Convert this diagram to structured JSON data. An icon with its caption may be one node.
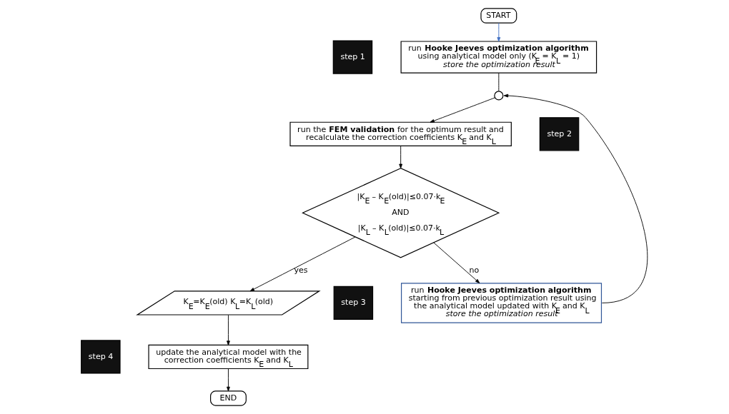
{
  "diagram": {
    "nodes": [
      {
        "text": [
          "START"
        ]
      },
      {
        "text": [
          "step 1"
        ]
      },
      {
        "text": [
          "run **Hooke Jeeves optimization algorithm**",
          "using analytical model only (K$_{E}$ = K$_{L}$ = 1)",
          "*store the optimization result*"
        ]
      },
      {
        "text": [],
        "shape": "circle"
      },
      {
        "text": [
          "step 2"
        ]
      },
      {
        "text": [
          "run the **FEM validation** for the optimum result and recalculate the correction coefficients K$_{E}$ and K$_{L}$"
        ]
      },
      {
        "text": [
          "|K$_{E}$ – K$_{E}$(old)|≤0.07·k$_{E}$ AND |K$_{L}$ – K$_{L}$(old)|≤0.07·k$_{L}$"
        ]
      },
      {
        "text": [
          "K$_{E}$=K$_{E}$(old) K$_{L}$=K$_{L}$(old)"
        ]
      },
      {
        "text": [
          "step 3"
        ]
      },
      {
        "text": [
          "run **Hooke Jeeves optimization algorithm**",
          "starting from previous optimization result using the analytical model updated with K$_{E}$ and K$_{L}$",
          "*store the optimization result*"
        ]
      },
      {
        "text": [
          "step 4"
        ]
      },
      {
        "text": [
          "update the analytical model with the correction coefficients K$_{E}$ and K$_{L}$"
        ]
      },
      {
        "text": [
          "END"
        ]
      }
    ],
    "edges": [
      {
        "from": 0,
        "to": 2,
        "arrow": "to",
        "color": "#4472c4"
      },
      {
        "from": 2,
        "to": 3,
        "arrow": "none"
      },
      {
        "from": 3,
        "to": 5,
        "arrow": "to"
      },
      {
        "from": 5,
        "to": 6,
        "arrow": "to"
      },
      {
        "from": 6,
        "to": 7,
        "arrow": "to",
        "label": "yes"
      },
      {
        "from": 6,
        "to": 9,
        "arrow": "to",
        "label": "no"
      },
      {
        "from": 7,
        "to": 11,
        "arrow": "to"
      },
      {
        "from": 11,
        "to": 12,
        "arrow": "to"
      },
      {
        "from": 9,
        "to": 3,
        "arrow": "to"
      }
    ]
  }
}
